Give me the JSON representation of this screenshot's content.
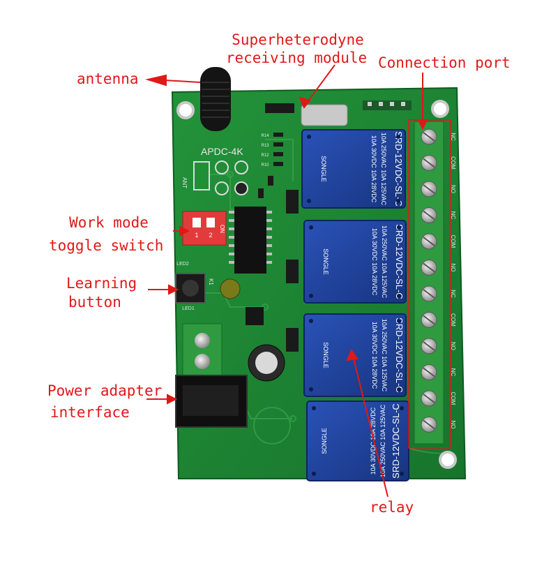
{
  "labels": {
    "antenna": "antenna",
    "receiver_line1": "Superheterodyne",
    "receiver_line2": "receiving module",
    "connection_port": "Connection port",
    "work_mode_line1": "Work mode",
    "work_mode_line2": "toggle switch",
    "learning_line1": "Learning",
    "learning_line2": "button",
    "power_line1": "Power adapter",
    "power_line2": "interface",
    "relay": "relay"
  },
  "board": {
    "model": "APDC-4K",
    "ant_label": "ANT",
    "led1": "LED1",
    "led2": "LED2",
    "k1": "K1",
    "resistors": [
      "R14",
      "R13",
      "R12",
      "R10"
    ],
    "terminal_labels": [
      "NC",
      "COM",
      "NO",
      "NC",
      "COM",
      "NO",
      "NC",
      "COM",
      "NO",
      "NC",
      "COM",
      "NO"
    ]
  },
  "dip_switch": {
    "positions": [
      "1",
      "2"
    ],
    "on_label": "ON"
  },
  "relays": [
    {
      "model": "SRD-12VDC-SL-C",
      "rating1": "10A 250VAC  10A 125VAC",
      "rating2": "10A 30VDC  10A 28VDC",
      "brand": "SONGLE"
    },
    {
      "model": "SRD-12VDC-SL-C",
      "rating1": "10A 250VAC  10A 125VAC",
      "rating2": "10A 30VDC  10A 28VDC",
      "brand": "SONGLE"
    },
    {
      "model": "SRD-12VDC-SL-C",
      "rating1": "10A 250VAC  10A 125VAC",
      "rating2": "10A 30VDC  10A 28VDC",
      "brand": "SONGLE"
    },
    {
      "model": "SRD-12VDC-SL-C",
      "rating1": "10A 250VAC  10A 125VAC",
      "rating2": "10A 30VDC  10A 28VDC",
      "brand": "SONGLE"
    }
  ],
  "colors": {
    "label_red": "#e01818",
    "pcb_green": "#1f8a34",
    "relay_blue": "#1d3f9e",
    "terminal_green": "#2f9a3f"
  }
}
